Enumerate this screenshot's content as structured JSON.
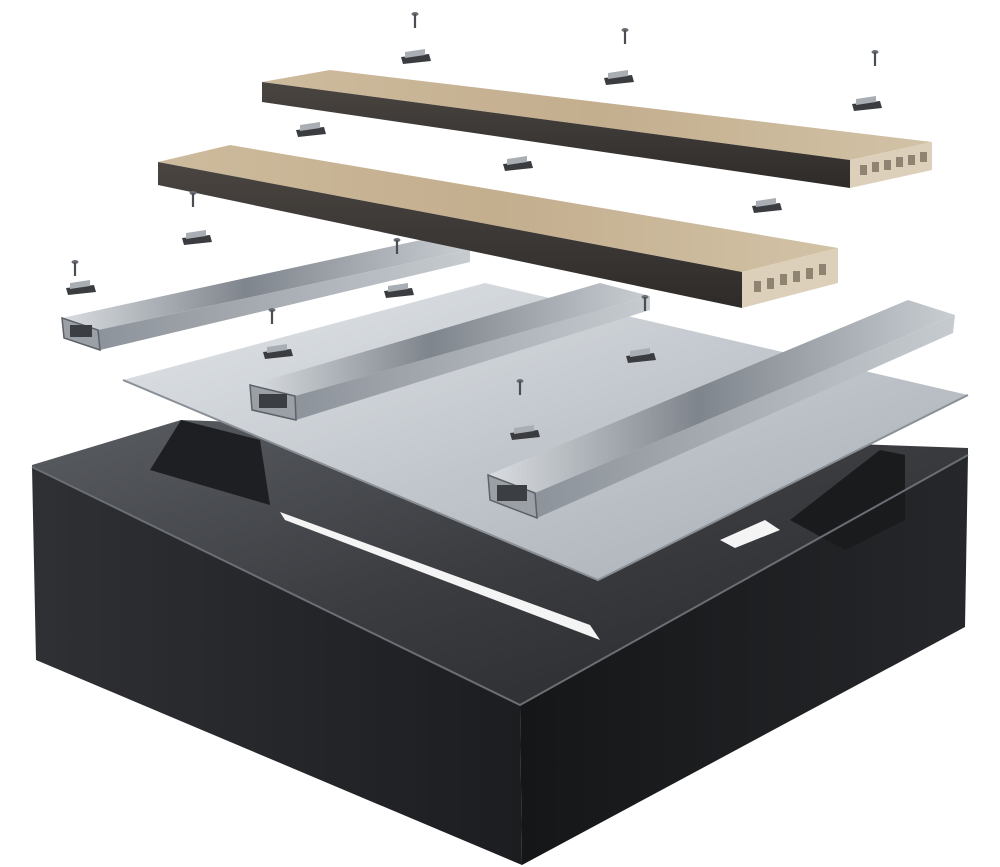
{
  "scene": {
    "subject": "exploded-view",
    "layers": [
      {
        "name": "decking-board",
        "count": 2,
        "color": "#c9b79a"
      },
      {
        "name": "aluminium-joist",
        "count": 3,
        "color": "#b9bec4"
      },
      {
        "name": "aluminium-sheet",
        "count": 1,
        "color": "#c7ccd2"
      },
      {
        "name": "steel-frame",
        "count": 1,
        "color": "#2b2c2f"
      },
      {
        "name": "hidden-clip-fastener",
        "count": 13,
        "color": "#3a3c40"
      },
      {
        "name": "screw",
        "count": 9,
        "color": "#555a60"
      }
    ]
  }
}
